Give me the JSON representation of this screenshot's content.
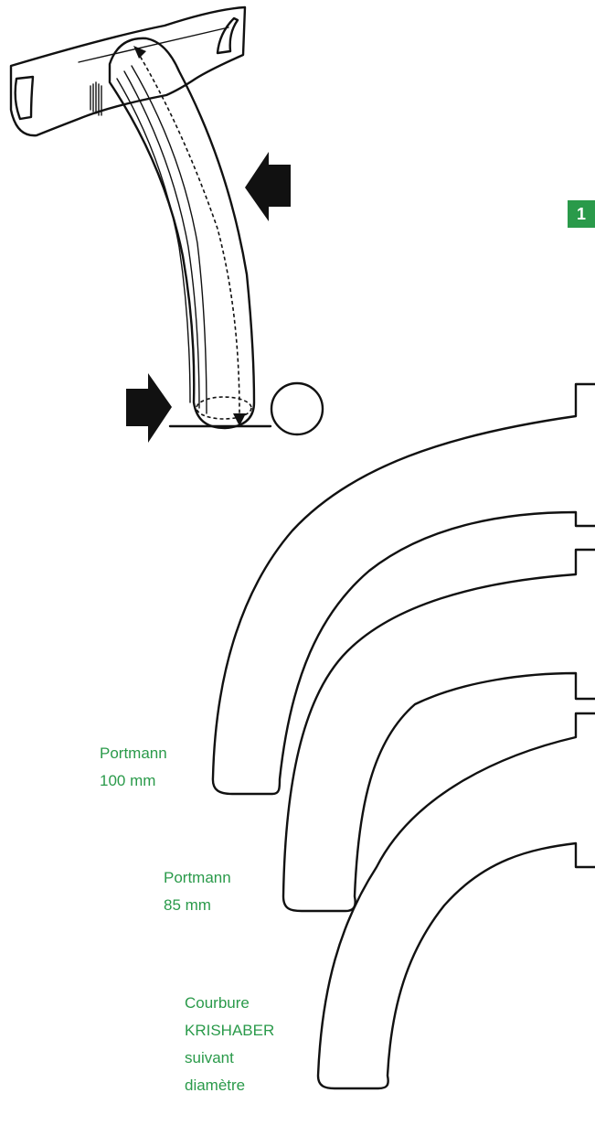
{
  "badge": {
    "number": "1",
    "color": "#2a9a4a"
  },
  "labels": {
    "portmann_100": {
      "line1": "Portmann",
      "line2": "100 mm"
    },
    "portmann_85": {
      "line1": "Portmann",
      "line2": "85 mm"
    },
    "krishaber": {
      "line1": "Courbure",
      "line2": "KRISHABER",
      "line3": "suivant",
      "line4": "diamètre"
    }
  },
  "colors": {
    "label_green": "#2a9a4a",
    "ink": "#111111"
  },
  "icons": [
    "cannula-with-flange",
    "push-arrow",
    "sizing-circle"
  ]
}
